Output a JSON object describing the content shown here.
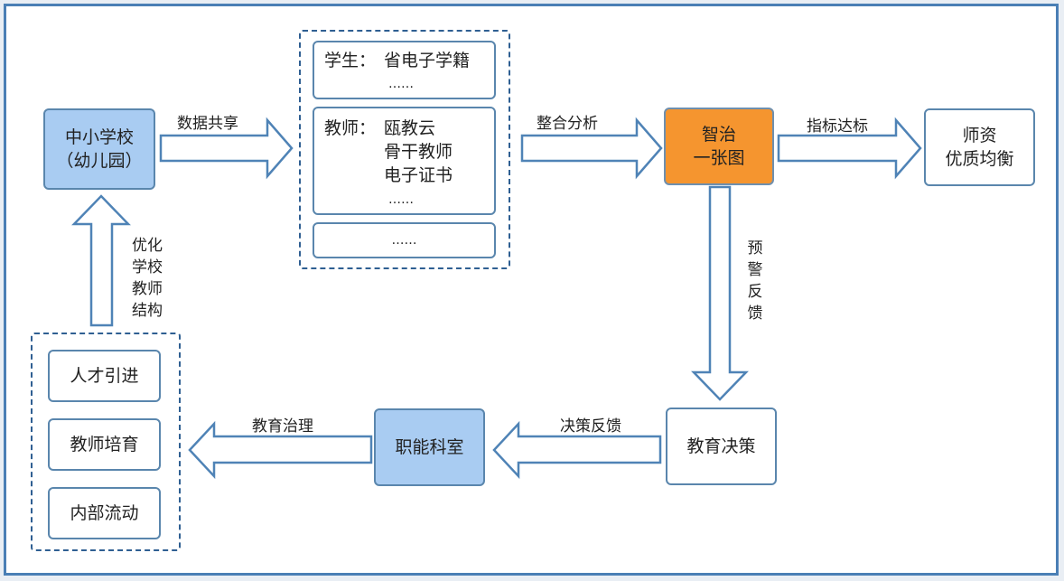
{
  "nodes": {
    "school": [
      "中小学校",
      "（幼儿园）"
    ],
    "smart_map": [
      "智治",
      "一张图"
    ],
    "teacher_quality": [
      "师资",
      "优质均衡"
    ],
    "education_decision": "教育决策",
    "functional_office": "职能科室"
  },
  "data_panel": {
    "student_title": "学生：",
    "student_source": "省电子学籍",
    "student_more": "……",
    "teacher_title": "教师：",
    "teacher_sources": [
      "瓯教云",
      "骨干教师",
      "电子证书"
    ],
    "teacher_more": "……",
    "other_more": "……"
  },
  "measures": [
    "人才引进",
    "教师培育",
    "内部流动"
  ],
  "edge_labels": {
    "data_sharing": "数据共享",
    "integrated_analysis": "整合分析",
    "meet_targets": "指标达标",
    "warning_feedback": [
      "预",
      "警",
      "反",
      "馈"
    ],
    "decision_feedback": "决策反馈",
    "education_governance": "教育治理",
    "optimize_structure": [
      "优化",
      "学校",
      "教师",
      "结构"
    ]
  },
  "colors": {
    "blue_fill": "#a9ccf2",
    "orange_fill": "#f5952f",
    "border": "#5a86ad",
    "frame": "#4a7fb5"
  }
}
